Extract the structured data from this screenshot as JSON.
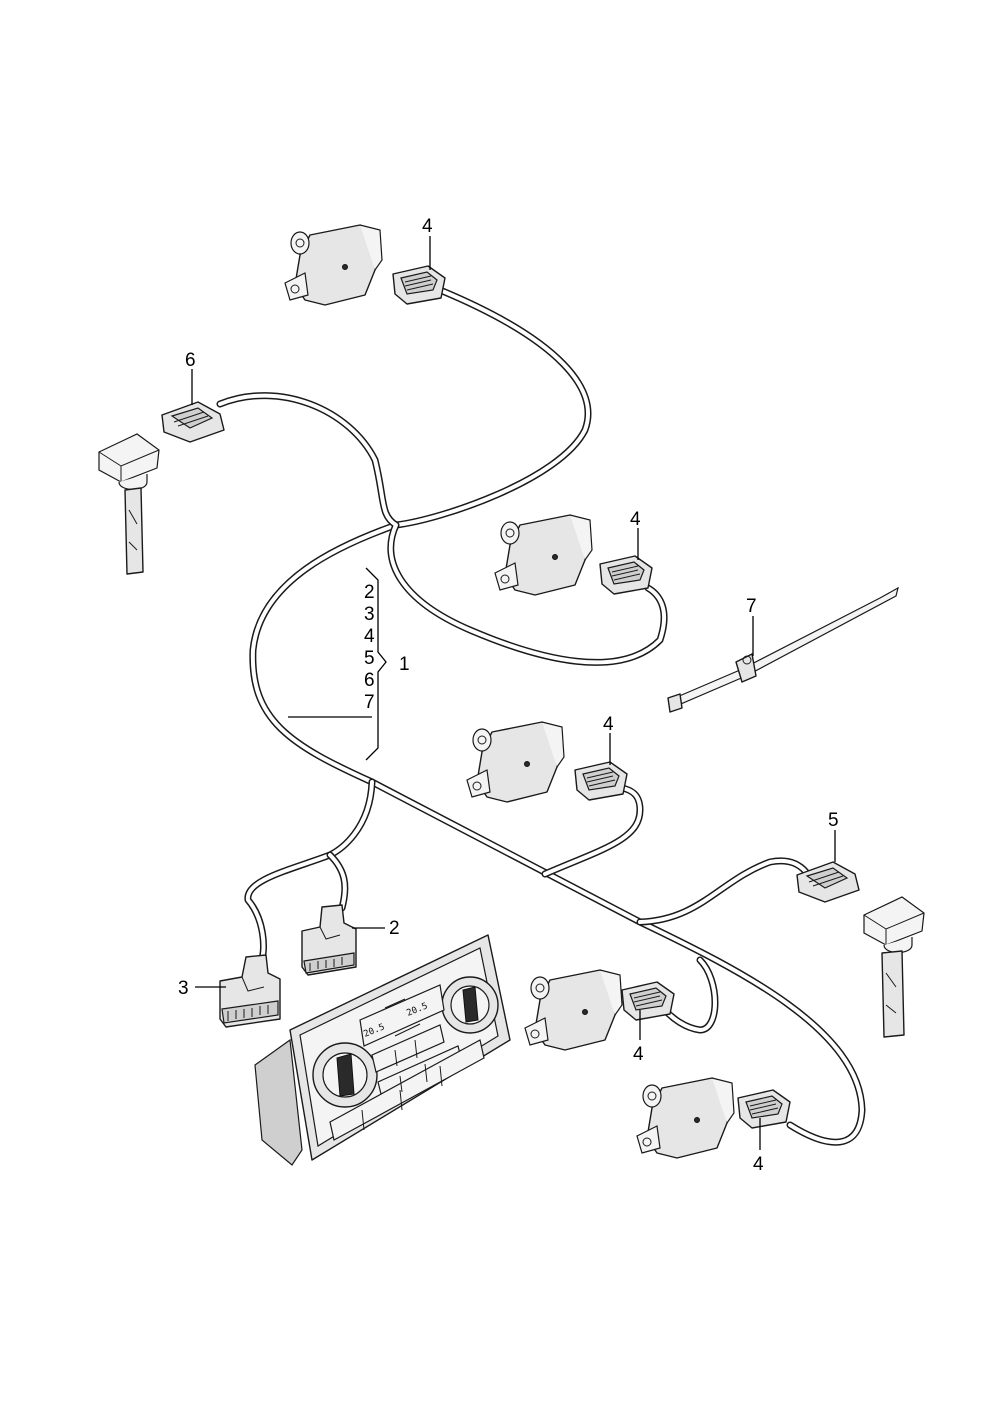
{
  "diagram": {
    "callouts": {
      "c1": "1",
      "c2": "2",
      "c3": "3",
      "c4a": "4",
      "c4b": "4",
      "c4c": "4",
      "c4d": "4",
      "c4e": "4",
      "c5": "5",
      "c6": "6",
      "c7": "7"
    },
    "group_list": [
      "2",
      "3",
      "4",
      "5",
      "6",
      "7"
    ],
    "panel_display": {
      "left_temp": "20.5",
      "right_temp": "20.5"
    }
  }
}
